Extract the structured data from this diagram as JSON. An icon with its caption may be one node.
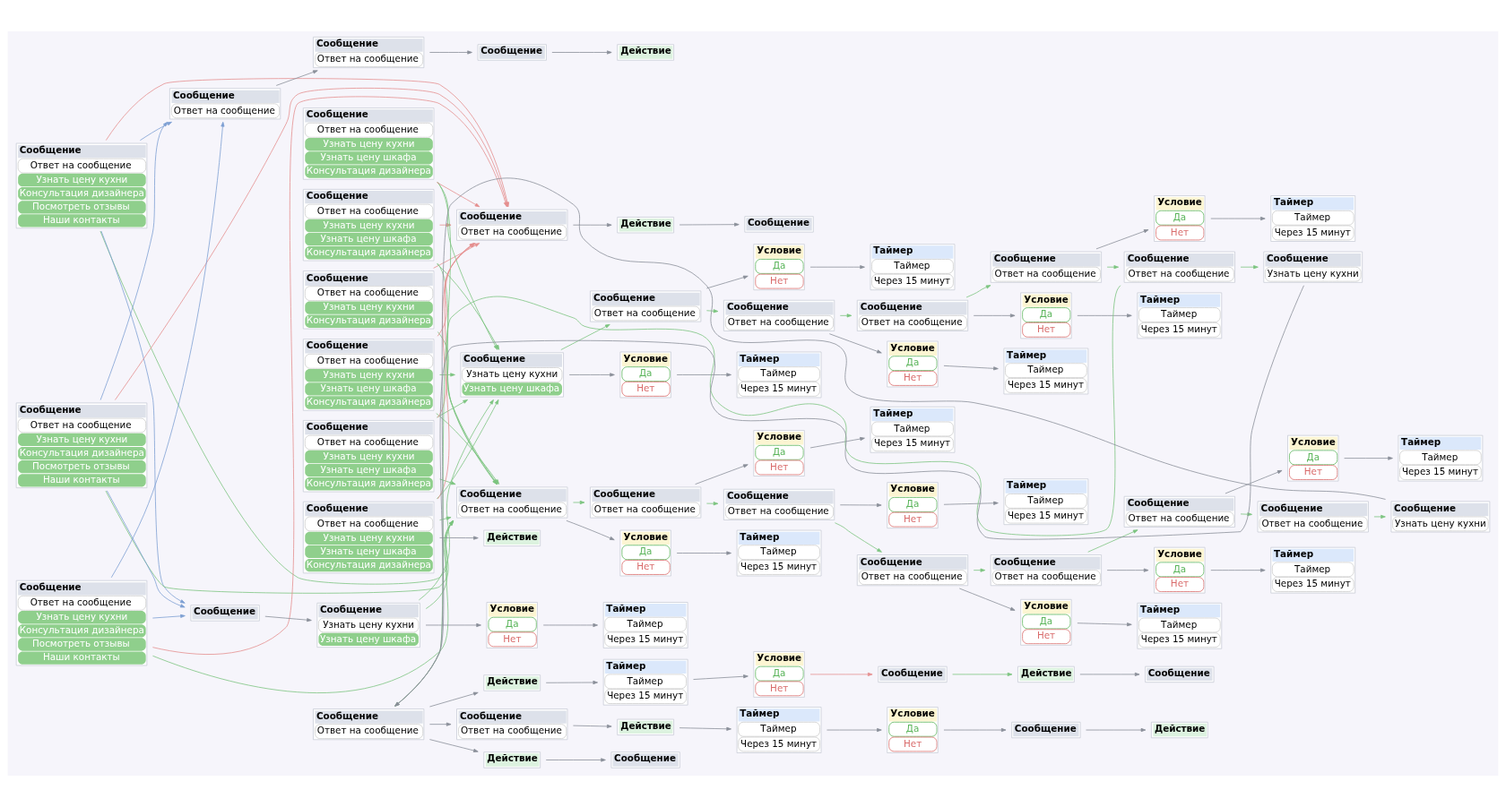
{
  "diagram": {
    "nodes": [
      {
        "text": [
          "Сообщение",
          "Ответ на сообщение",
          "Узнать цену кухни",
          "Консультация дизайнера",
          "Посмотреть отзывы",
          "Наши контакты"
        ]
      },
      {
        "text": [
          "Сообщение",
          "Ответ на сообщение",
          "Узнать цену кухни",
          "Консультация дизайнера"
        ]
      },
      {
        "text": [
          "Сообщение",
          "Ответ на сообщение",
          "Узнать цену кухни",
          "Узнать цену шкафа",
          "Консультация дизайнера"
        ]
      },
      {
        "text": [
          "Сообщение",
          "Ответ на сообщение",
          "Узнать цену кухни",
          "Консультация дизайнера",
          "Посмотреть отзывы",
          "Наши контакты"
        ]
      },
      {
        "text": [
          "Сообщение",
          "Ответ на сообщение",
          "Узнать цену кухни",
          "Узнать цену шкафа",
          "Консультация дизайнера"
        ]
      },
      {
        "text": [
          "Сообщение",
          "Ответ на сообщение",
          "Узнать цену кухни",
          "Узнать цену шкафа",
          "Консультация дизайнера"
        ]
      },
      {
        "text": [
          "Сообщение",
          "Ответ на сообщение",
          "Узнать цену кухни",
          "Узнать цену шкафа",
          "Консультация дизайнера"
        ]
      },
      {
        "text": [
          "Сообщение",
          "Ответ на сообщение",
          "Узнать цену кухни",
          "Консультация дизайнера",
          "Посмотреть отзывы",
          "Наши контакты"
        ]
      },
      {
        "text": [
          "Сообщение",
          "Ответ на сообщение",
          "Узнать цену кухни",
          "Узнать цену шкафа",
          "Консультация дизайнера"
        ]
      },
      {
        "text": [
          "Действие"
        ]
      },
      {
        "text": [
          "Сообщение",
          "Ответ на сообщение"
        ]
      },
      {
        "text": [
          "Сообщение"
        ]
      },
      {
        "text": [
          "Сообщение",
          "Узнать цену кухни",
          "Узнать цену шкафа"
        ]
      },
      {
        "text": [
          "Условие",
          "Да",
          "Нет"
        ]
      },
      {
        "text": [
          "Таймер",
          "Таймер",
          "Через 15 минут"
        ]
      },
      {
        "text": [
          "Сообщение",
          "Узнать цену кухни",
          "Узнать цену шкафа"
        ]
      },
      {
        "text": [
          "Условие",
          "Да",
          "Нет"
        ]
      },
      {
        "text": [
          "Таймер",
          "Таймер",
          "Через 15 минут"
        ]
      },
      {
        "text": [
          "Условие",
          "Да",
          "Нет"
        ]
      },
      {
        "text": [
          "Таймер",
          "Таймер",
          "Через 15 минут"
        ]
      },
      {
        "text": [
          "Условие",
          "Да",
          "Нет"
        ]
      },
      {
        "text": [
          "Таймер",
          "Таймер",
          "Через 15 минут"
        ]
      },
      {
        "text": [
          "Условие",
          "Да",
          "Нет"
        ]
      },
      {
        "text": [
          "Таймер",
          "Таймер",
          "Через 15 минут"
        ]
      },
      {
        "text": [
          "Условие",
          "Да",
          "Нет"
        ]
      },
      {
        "text": [
          "Таймер",
          "Таймер",
          "Через 15 минут"
        ]
      },
      {
        "text": [
          "Условие",
          "Да",
          "Нет"
        ]
      },
      {
        "text": [
          "Таймер",
          "Таймер",
          "Через 15 минут"
        ]
      },
      {
        "text": [
          "Сообщение",
          "Ответ на сообщение"
        ]
      },
      {
        "text": [
          "Сообщение",
          "Ответ на сообщение"
        ]
      },
      {
        "text": [
          "Сообщение",
          "Ответ на сообщение"
        ]
      },
      {
        "text": [
          "Сообщение",
          "Ответ на сообщение"
        ]
      },
      {
        "text": [
          "Сообщение",
          "Ответ на сообщение"
        ]
      },
      {
        "text": [
          "Сообщение",
          "Ответ на сообщение"
        ]
      },
      {
        "text": [
          "Условие",
          "Да",
          "Нет"
        ]
      },
      {
        "text": [
          "Таймер",
          "Таймер",
          "Через 15 минут"
        ]
      },
      {
        "text": [
          "Условие",
          "Да",
          "Нет"
        ]
      },
      {
        "text": [
          "Таймер",
          "Таймер",
          "Через 15 минут"
        ]
      },
      {
        "text": [
          "Условие",
          "Да",
          "Нет"
        ]
      },
      {
        "text": [
          "Таймер",
          "Таймер",
          "Через 15 минут"
        ]
      },
      {
        "text": [
          "Условие",
          "Да",
          "Нет"
        ]
      },
      {
        "text": [
          "Таймер",
          "Таймер",
          "Через 15 минут"
        ]
      },
      {
        "text": [
          "Условие",
          "Да",
          "Нет"
        ]
      },
      {
        "text": [
          "Таймер",
          "Таймер",
          "Через 15 минут"
        ]
      },
      {
        "text": [
          "Сообщение",
          "Ответ на сообщение"
        ]
      },
      {
        "text": [
          "Сообщение",
          "Ответ на сообщение"
        ]
      },
      {
        "text": [
          "Сообщение",
          "Ответ на сообщение"
        ]
      },
      {
        "text": [
          "Сообщение",
          "Ответ на сообщение"
        ]
      },
      {
        "text": [
          "Сообщение",
          "Ответ на сообщение"
        ]
      },
      {
        "text": [
          "Сообщение",
          "Узнать цену кухни"
        ]
      },
      {
        "text": [
          "Сообщение",
          "Узнать цену кухни"
        ]
      },
      {
        "text": [
          "Сообщение",
          "Ответ на сообщение"
        ]
      },
      {
        "text": [
          "Действие"
        ]
      },
      {
        "text": [
          "Сообщение",
          "Ответ на сообщение"
        ]
      },
      {
        "text": [
          "Действие"
        ]
      },
      {
        "text": [
          "Таймер",
          "Таймер",
          "Через 15 минут"
        ]
      },
      {
        "text": [
          "Условие",
          "Да",
          "Нет"
        ]
      },
      {
        "text": [
          "Сообщение"
        ]
      },
      {
        "text": [
          "Действие"
        ]
      },
      {
        "text": [
          "Сообщение"
        ]
      },
      {
        "text": [
          "Действие"
        ]
      },
      {
        "text": [
          "Таймер",
          "Таймер",
          "Через 15 минут"
        ]
      },
      {
        "text": [
          "Условие",
          "Да",
          "Нет"
        ]
      },
      {
        "text": [
          "Сообщение"
        ]
      },
      {
        "text": [
          "Действие"
        ]
      },
      {
        "text": [
          "Сообщение"
        ]
      },
      {
        "text": [
          "Сообщение",
          "Ответ на сообщение"
        ]
      },
      {
        "text": [
          "Сообщение",
          "Ответ на сообщение"
        ]
      },
      {
        "text": [
          "Сообщение"
        ]
      },
      {
        "text": [
          "Действие"
        ]
      },
      {
        "text": [
          "Сообщение",
          "Ответ на сообщение"
        ]
      },
      {
        "text": [
          "Действие"
        ]
      },
      {
        "text": [
          "Сообщение"
        ]
      }
    ],
    "edges": [
      {
        "from": 0,
        "to": 10,
        "arrow": "to",
        "color": "#7cc47f"
      },
      {
        "from": 0,
        "to": 70,
        "arrow": "to",
        "color": "#e58f8f"
      },
      {
        "from": 0,
        "to": 11,
        "arrow": "to",
        "color": "#7d9fd3"
      },
      {
        "from": 0,
        "to": 66,
        "arrow": "to",
        "color": "#7d9fd3"
      },
      {
        "from": 1,
        "to": 10,
        "arrow": "to",
        "color": "#7cc47f"
      },
      {
        "from": 1,
        "to": 70,
        "arrow": "to",
        "color": "#e58f8f"
      },
      {
        "from": 2,
        "to": 10,
        "arrow": "to",
        "color": "#7cc47f"
      },
      {
        "from": 2,
        "to": 15,
        "arrow": "to",
        "color": "#7cc47f"
      },
      {
        "from": 2,
        "to": 70,
        "arrow": "to",
        "color": "#e58f8f"
      },
      {
        "from": 3,
        "to": 10,
        "arrow": "to",
        "color": "#7cc47f"
      },
      {
        "from": 3,
        "to": 70,
        "arrow": "to",
        "color": "#e58f8f"
      },
      {
        "from": 3,
        "to": 11,
        "arrow": "to",
        "color": "#7d9fd3"
      },
      {
        "from": 3,
        "to": 66,
        "arrow": "to",
        "color": "#7d9fd3"
      },
      {
        "from": 4,
        "to": 10,
        "arrow": "to",
        "color": "#7cc47f"
      },
      {
        "from": 4,
        "to": 15,
        "arrow": "to",
        "color": "#7cc47f"
      },
      {
        "from": 4,
        "to": 70,
        "arrow": "to",
        "color": "#e58f8f"
      },
      {
        "from": 5,
        "to": 10,
        "arrow": "to",
        "color": "#7cc47f"
      },
      {
        "from": 5,
        "to": 15,
        "arrow": "to",
        "color": "#7cc47f"
      },
      {
        "from": 5,
        "to": 70,
        "arrow": "to",
        "color": "#e58f8f"
      },
      {
        "from": 6,
        "to": 10,
        "arrow": "to",
        "color": "#7cc47f"
      },
      {
        "from": 6,
        "to": 15,
        "arrow": "to",
        "color": "#7cc47f"
      },
      {
        "from": 6,
        "to": 70,
        "arrow": "to",
        "color": "#e58f8f"
      },
      {
        "from": 7,
        "to": 10,
        "arrow": "to",
        "color": "#7cc47f"
      },
      {
        "from": 7,
        "to": 70,
        "arrow": "to",
        "color": "#e58f8f"
      },
      {
        "from": 7,
        "to": 11,
        "arrow": "to",
        "color": "#7d9fd3"
      },
      {
        "from": 7,
        "to": 66,
        "arrow": "to",
        "color": "#7d9fd3"
      },
      {
        "from": 8,
        "to": 10,
        "arrow": "to",
        "color": "#7cc47f"
      },
      {
        "from": 8,
        "to": 15,
        "arrow": "to",
        "color": "#7cc47f"
      },
      {
        "from": 8,
        "to": 70,
        "arrow": "to",
        "color": "#e58f8f"
      },
      {
        "from": 8,
        "to": 9,
        "arrow": "to"
      },
      {
        "from": 11,
        "to": 12,
        "arrow": "to"
      },
      {
        "from": 12,
        "to": 13,
        "arrow": "to"
      },
      {
        "from": 13,
        "to": 14,
        "arrow": "to"
      },
      {
        "from": 12,
        "to": 10,
        "arrow": "to",
        "color": "#7cc47f"
      },
      {
        "from": 12,
        "to": 15,
        "arrow": "to",
        "color": "#7cc47f"
      },
      {
        "from": 10,
        "to": 16,
        "arrow": "to"
      },
      {
        "from": 16,
        "to": 17,
        "arrow": "to"
      },
      {
        "from": 10,
        "to": 28,
        "arrow": "to",
        "color": "#7cc47f"
      },
      {
        "from": 28,
        "to": 18,
        "arrow": "to"
      },
      {
        "from": 18,
        "to": 19,
        "arrow": "to"
      },
      {
        "from": 28,
        "to": 29,
        "arrow": "to",
        "color": "#7cc47f"
      },
      {
        "from": 29,
        "to": 20,
        "arrow": "to"
      },
      {
        "from": 20,
        "to": 21,
        "arrow": "to"
      },
      {
        "from": 29,
        "to": 30,
        "arrow": "to",
        "color": "#7cc47f"
      },
      {
        "from": 30,
        "to": 22,
        "arrow": "to"
      },
      {
        "from": 22,
        "to": 23,
        "arrow": "to"
      },
      {
        "from": 30,
        "to": 31,
        "arrow": "to",
        "color": "#7cc47f"
      },
      {
        "from": 31,
        "to": 24,
        "arrow": "to"
      },
      {
        "from": 24,
        "to": 25,
        "arrow": "to"
      },
      {
        "from": 31,
        "to": 32,
        "arrow": "to",
        "color": "#7cc47f"
      },
      {
        "from": 32,
        "to": 26,
        "arrow": "to"
      },
      {
        "from": 26,
        "to": 27,
        "arrow": "to"
      },
      {
        "from": 32,
        "to": 33,
        "arrow": "to",
        "color": "#7cc47f"
      },
      {
        "from": 33,
        "to": 50,
        "arrow": "to",
        "color": "#7cc47f"
      },
      {
        "from": 50,
        "to": 51,
        "arrow": "to"
      },
      {
        "from": 15,
        "to": 34,
        "arrow": "to"
      },
      {
        "from": 34,
        "to": 35,
        "arrow": "to"
      },
      {
        "from": 15,
        "to": 44,
        "arrow": "to",
        "color": "#7cc47f"
      },
      {
        "from": 44,
        "to": 36,
        "arrow": "to"
      },
      {
        "from": 36,
        "to": 37,
        "arrow": "to"
      },
      {
        "from": 44,
        "to": 45,
        "arrow": "to",
        "color": "#7cc47f"
      },
      {
        "from": 45,
        "to": 38,
        "arrow": "to"
      },
      {
        "from": 38,
        "to": 39,
        "arrow": "to"
      },
      {
        "from": 45,
        "to": 46,
        "arrow": "to",
        "color": "#7cc47f"
      },
      {
        "from": 46,
        "to": 40,
        "arrow": "to"
      },
      {
        "from": 40,
        "to": 41,
        "arrow": "to"
      },
      {
        "from": 46,
        "to": 47,
        "arrow": "to",
        "color": "#7cc47f"
      },
      {
        "from": 47,
        "to": 42,
        "arrow": "to"
      },
      {
        "from": 42,
        "to": 43,
        "arrow": "to"
      },
      {
        "from": 47,
        "to": 48,
        "arrow": "to",
        "color": "#7cc47f"
      },
      {
        "from": 48,
        "to": 49,
        "arrow": "to",
        "color": "#7cc47f"
      },
      {
        "from": 49,
        "to": 51,
        "arrow": "to"
      },
      {
        "from": 48,
        "to": 51,
        "arrow": "to",
        "color": "#7cc47f"
      },
      {
        "from": 51,
        "to": 52,
        "arrow": "to"
      },
      {
        "from": 51,
        "to": 53,
        "arrow": "to"
      },
      {
        "from": 51,
        "to": 54,
        "arrow": "to"
      },
      {
        "from": 52,
        "to": 55,
        "arrow": "to"
      },
      {
        "from": 55,
        "to": 56,
        "arrow": "to"
      },
      {
        "from": 56,
        "to": 57,
        "arrow": "to",
        "color": "#e58f8f"
      },
      {
        "from": 57,
        "to": 58,
        "arrow": "to",
        "color": "#7cc47f"
      },
      {
        "from": 58,
        "to": 59,
        "arrow": "to"
      },
      {
        "from": 53,
        "to": 60,
        "arrow": "to"
      },
      {
        "from": 60,
        "to": 61,
        "arrow": "to"
      },
      {
        "from": 61,
        "to": 62,
        "arrow": "to"
      },
      {
        "from": 62,
        "to": 63,
        "arrow": "to"
      },
      {
        "from": 63,
        "to": 64,
        "arrow": "to"
      },
      {
        "from": 54,
        "to": 65,
        "arrow": "to"
      },
      {
        "from": 66,
        "to": 67,
        "arrow": "to"
      },
      {
        "from": 67,
        "to": 68,
        "arrow": "to"
      },
      {
        "from": 68,
        "to": 69,
        "arrow": "to"
      },
      {
        "from": 70,
        "to": 71,
        "arrow": "to"
      },
      {
        "from": 71,
        "to": 72,
        "arrow": "to"
      }
    ]
  }
}
